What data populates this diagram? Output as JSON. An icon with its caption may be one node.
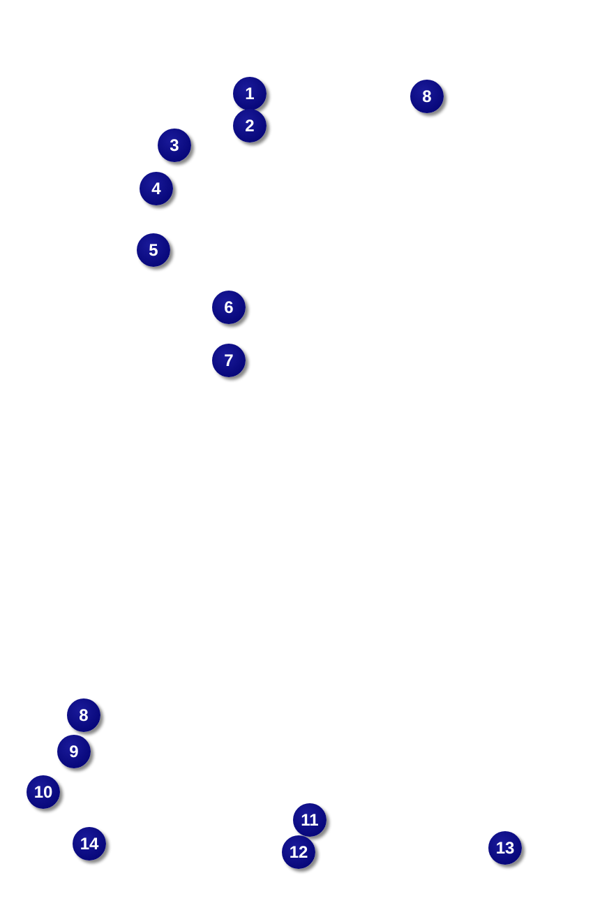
{
  "diagram": {
    "nodes": [
      {
        "text": [
          "1"
        ]
      },
      {
        "text": [
          "8"
        ]
      },
      {
        "text": [
          "2"
        ]
      },
      {
        "text": [
          "3"
        ]
      },
      {
        "text": [
          "4"
        ]
      },
      {
        "text": [
          "5"
        ]
      },
      {
        "text": [
          "6"
        ]
      },
      {
        "text": [
          "7"
        ]
      },
      {
        "text": [
          "8"
        ]
      },
      {
        "text": [
          "9"
        ]
      },
      {
        "text": [
          "10"
        ]
      },
      {
        "text": [
          "11"
        ]
      },
      {
        "text": [
          "14"
        ]
      },
      {
        "text": [
          "12"
        ]
      },
      {
        "text": [
          "13"
        ]
      }
    ]
  }
}
